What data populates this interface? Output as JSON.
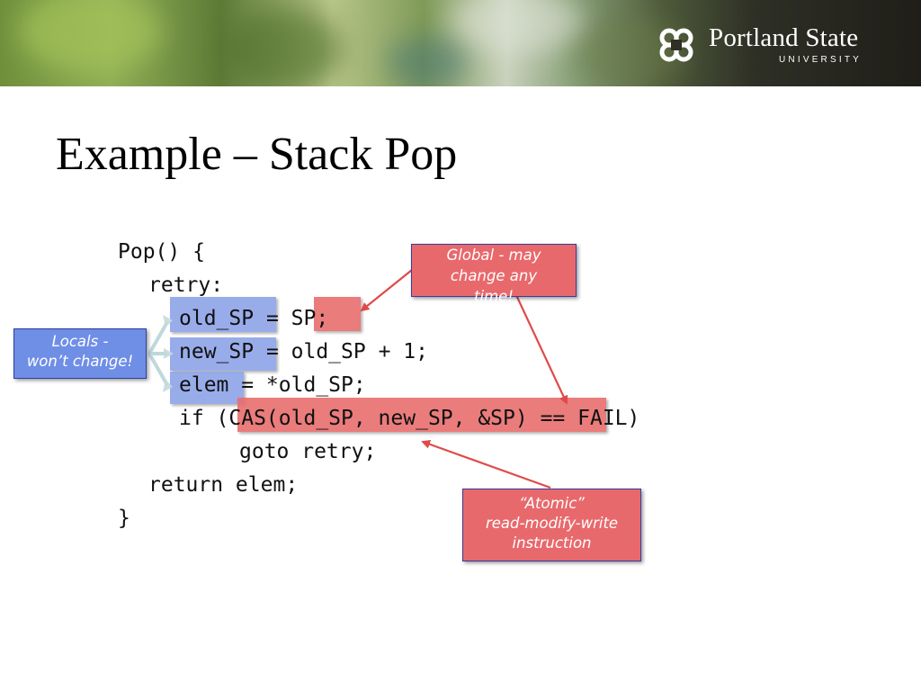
{
  "header": {
    "logo_name": "Portland State",
    "logo_sub": "UNIVERSITY"
  },
  "slide": {
    "title": "Example – Stack Pop"
  },
  "code": {
    "line1": "Pop() {",
    "line2": "retry:",
    "line3a": "old_SP",
    "line3b": " = ",
    "line3c": "SP;",
    "line4a": "new_SP",
    "line4b": " = old_SP + 1;",
    "line5a": "elem",
    "line5b": " = *old_SP;",
    "line6a": "if (",
    "line6b": "CAS(old_SP, new_SP, &SP)",
    "line6c": " == FAIL)",
    "line7": "goto retry;",
    "line8": "return elem;",
    "line9": "}"
  },
  "callouts": {
    "global": [
      "Global - may",
      "change any",
      "time!"
    ],
    "locals": [
      "Locals -",
      "won’t change!"
    ],
    "atomic": [
      "“Atomic”",
      "read-modify-write",
      "instruction"
    ]
  },
  "colors": {
    "global_highlight": "#e86e6e",
    "local_highlight": "#8ea4e8",
    "arrow": "#e04a4a"
  }
}
